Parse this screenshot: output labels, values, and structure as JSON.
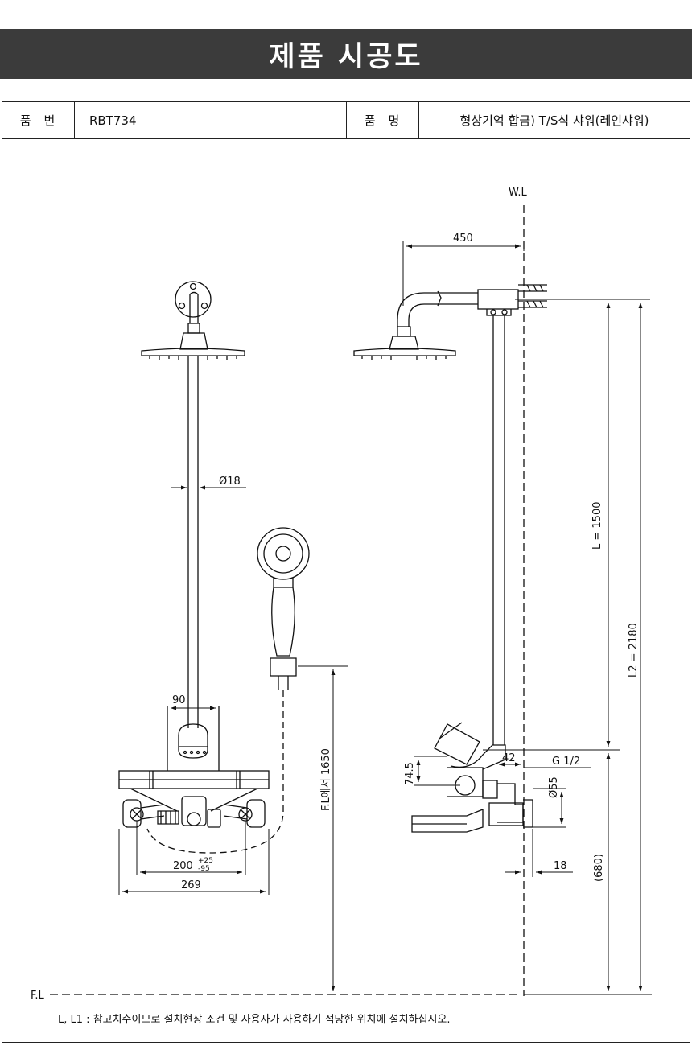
{
  "banner": {
    "title": "제품 시공도"
  },
  "info": {
    "label_no": "품번",
    "value_no": "RBT734",
    "label_name": "품명",
    "value_name": "형상기억 합금) T/S식 샤워(레인샤워)"
  },
  "dims": {
    "wl": "W.L",
    "fl": "F.L",
    "d450": "450",
    "d18dia": "Ø18",
    "d90": "90",
    "d200": "200",
    "d200_tol_up": "+25",
    "d200_tol_dn": "-95",
    "d269": "269",
    "d1650": "F.L에서 1650",
    "d1500": "L = 1500",
    "d2180": "L2 = 2180",
    "d745": "74.5",
    "d42": "42",
    "g12": "G 1/2",
    "d55": "Ø55",
    "d18": "18",
    "d680": "(680)"
  },
  "note": "L, L1 : 참고치수이므로 설치현장 조건 및 사용자가 사용하기 적당한 위치에 설치하십시오."
}
